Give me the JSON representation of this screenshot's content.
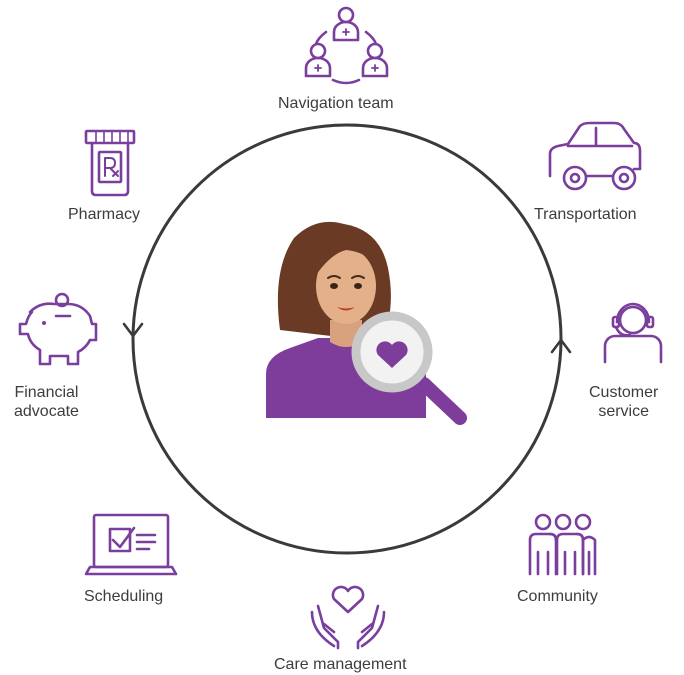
{
  "services": {
    "navigation_team": {
      "label": "Navigation team",
      "icon": "team-icon"
    },
    "transportation": {
      "label": "Transportation",
      "icon": "car-icon"
    },
    "customer_service": {
      "line1": "Customer",
      "line2": "service",
      "icon": "headset-agent-icon"
    },
    "community": {
      "label": "Community",
      "icon": "people-group-icon"
    },
    "care_management": {
      "label": "Care management",
      "icon": "hands-heart-icon"
    },
    "scheduling": {
      "label": "Scheduling",
      "icon": "laptop-checklist-icon"
    },
    "financial_advocate": {
      "line1": "Financial",
      "line2": "advocate",
      "icon": "piggy-bank-icon"
    },
    "pharmacy": {
      "label": "Pharmacy",
      "icon": "rx-bottle-icon"
    }
  },
  "center": {
    "icon": "patient-with-magnifier-icon"
  },
  "colors": {
    "accent": "#7a3e9d",
    "ring": "#3a3a3a",
    "text": "#3d3d3d"
  }
}
